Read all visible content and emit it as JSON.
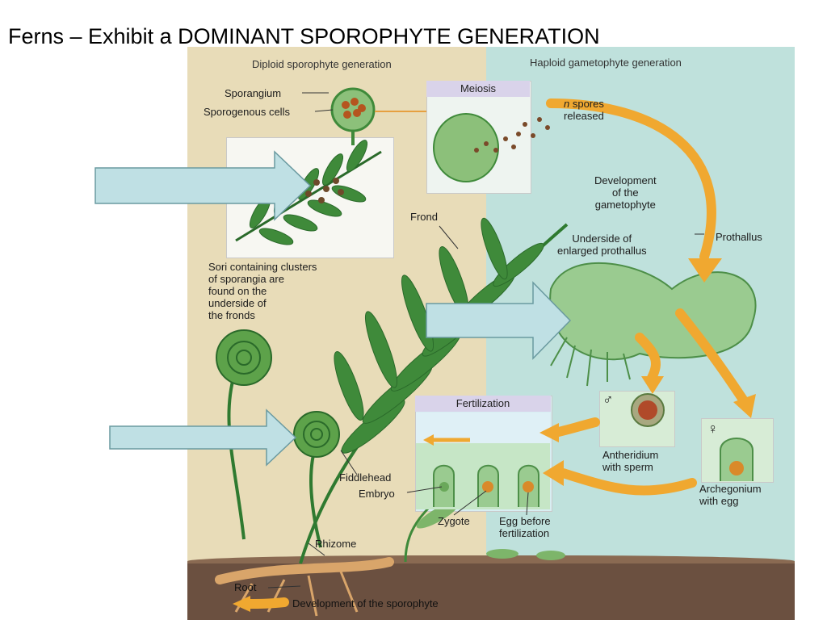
{
  "slide": {
    "title": "Ferns – Exhibit a DOMINANT SPOROPHYTE GENERATION"
  },
  "diagram": {
    "diploid_header": "Diploid sporophyte generation",
    "haploid_header": "Haploid gametophyte generation",
    "meiosis": "Meiosis",
    "fertilization": "Fertilization",
    "labels": {
      "sporangium": "Sporangium",
      "sporogenous_cells": "Sporogenous cells",
      "n_italic": "n",
      "spores_released": " spores\nreleased",
      "development_gametophyte": "Development\nof the\ngametophyte",
      "frond": "Frond",
      "prothallus": "Prothallus",
      "underside_prothallus": "Underside of\nenlarged prothallus",
      "sori": "Sori containing clusters\nof sporangia are\nfound on the\nunderside of\nthe fronds",
      "male_symbol": "♂",
      "female_symbol": "♀",
      "antheridium": "Antheridium\nwith sperm",
      "archegonium": "Archegonium\nwith egg",
      "fiddlehead": "Fiddlehead",
      "embryo": "Embryo",
      "zygote": "Zygote",
      "egg_before": "Egg before\nfertilization",
      "rhizome": "Rhizome",
      "root": "Root",
      "development_sporophyte": "Development of the sporophyte"
    }
  },
  "colors": {
    "diploid_bg": "#e8dcb8",
    "haploid_bg": "#bfe1dc",
    "pointer_arrow": "#bfe0e4",
    "cycle_arrow": "#f0a830",
    "fern_green": "#3f8a3a",
    "header_box": "#d9d3ea"
  }
}
